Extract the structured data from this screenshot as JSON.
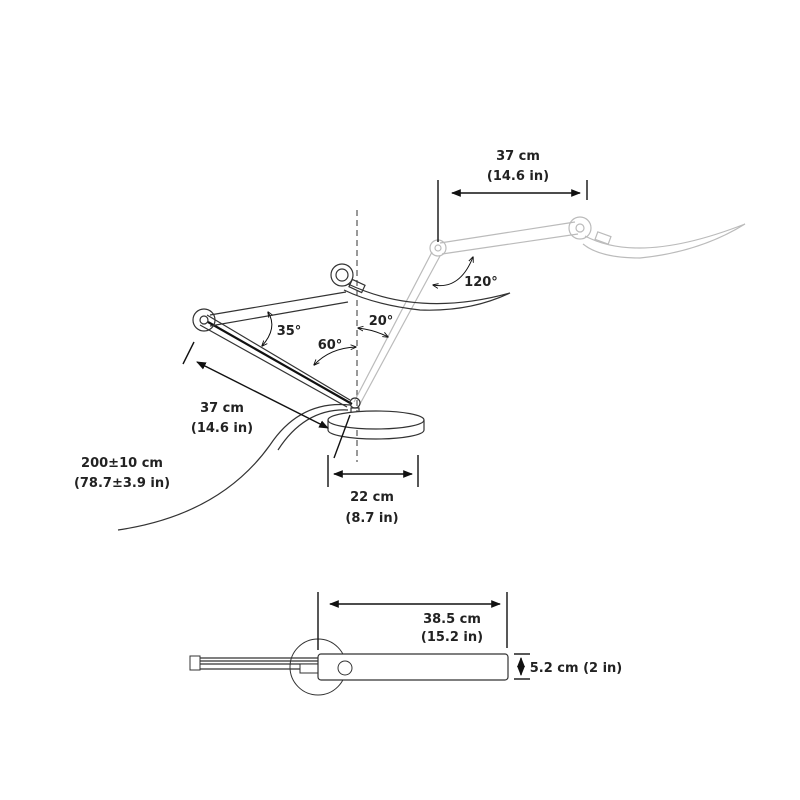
{
  "title": "Lamp dimensions diagram",
  "dimensions": {
    "upper_arm_length": {
      "cm": "37 cm",
      "in": "(14.6 in)"
    },
    "lower_arm_length": {
      "cm": "37 cm",
      "in": "(14.6 in)"
    },
    "cord_length": {
      "cm": "200±10 cm",
      "in": "(78.7±3.9 in)"
    },
    "base_diameter": {
      "cm": "22 cm",
      "in": "(8.7 in)"
    },
    "head_length": {
      "cm": "38.5 cm",
      "in": "(15.2 in)"
    },
    "head_width": "5.2 cm (2 in)"
  },
  "angles": {
    "arm_angle": "35°",
    "lower_arm_tilt": "60°",
    "rear_tilt": "20°",
    "head_angle": "120°"
  }
}
